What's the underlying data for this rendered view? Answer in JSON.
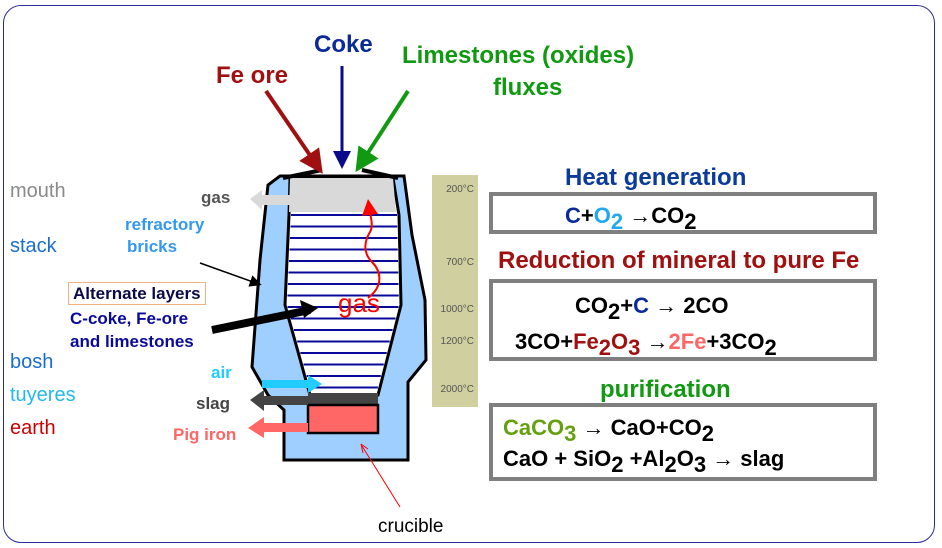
{
  "inputs": {
    "fe_ore": "Fe ore",
    "coke": "Coke",
    "limestones_line1": "Limestones (oxides)",
    "limestones_line2": "fluxes"
  },
  "zones": {
    "mouth": "mouth",
    "stack": "stack",
    "bosh": "bosh",
    "tuyeres": "tuyeres",
    "earth": "earth"
  },
  "furnace_labels": {
    "gas_out": "gas",
    "refractory_line1": "refractory",
    "refractory_line2": "bricks",
    "alternate_layers": "Alternate layers",
    "layers_line1": "C-coke,  Fe-ore",
    "layers_line2": "and limestones",
    "gas_rising": "gas",
    "air": "air",
    "slag": "slag",
    "pig_iron": "Pig iron",
    "crucible": "crucible"
  },
  "temperatures": [
    "200°C",
    "700°C",
    "1000°C",
    "1200°C",
    "2000°C"
  ],
  "reactions": {
    "heat_title": "Heat generation",
    "reduction_title": "Reduction of mineral to pure Fe",
    "purification_title": "purification",
    "heat_eq": {
      "c": "C",
      "plus": "+",
      "o": "O",
      "o_sub": "2",
      "arrow": "→",
      "co": "CO",
      "co_sub": "2"
    },
    "red_eq1": {
      "co": "CO",
      "co_sub": "2",
      "plus": "+",
      "c": "C",
      "arrow": "→",
      "rhs": " 2CO"
    },
    "red_eq2": {
      "co": "3CO+",
      "fe": "Fe",
      "fe_sub": "2",
      "o": "O",
      "o_sub": "3",
      "arrow": "→",
      "fe2": "2Fe",
      "rhs": "+3CO",
      "rhs_sub": "2"
    },
    "pur_eq1": {
      "caco": "CaCO",
      "caco_sub": "3",
      "arrow": " → ",
      "rhs": "CaO+CO",
      "rhs_sub": "2"
    },
    "pur_eq2": {
      "a": "CaO + SiO",
      "a_sub": "2",
      "b": " +Al",
      "b_sub": "2",
      "c": "O",
      "c_sub": "3",
      "arrow": " → ",
      "rhs": "slag"
    }
  },
  "colors": {
    "fe_ore": "#a01010",
    "coke": "#0a2a9a",
    "limestone": "#119911",
    "refractory": "#9fcfff",
    "pig_iron": "#ff6666",
    "air": "#22ccff",
    "slag": "#444444"
  }
}
